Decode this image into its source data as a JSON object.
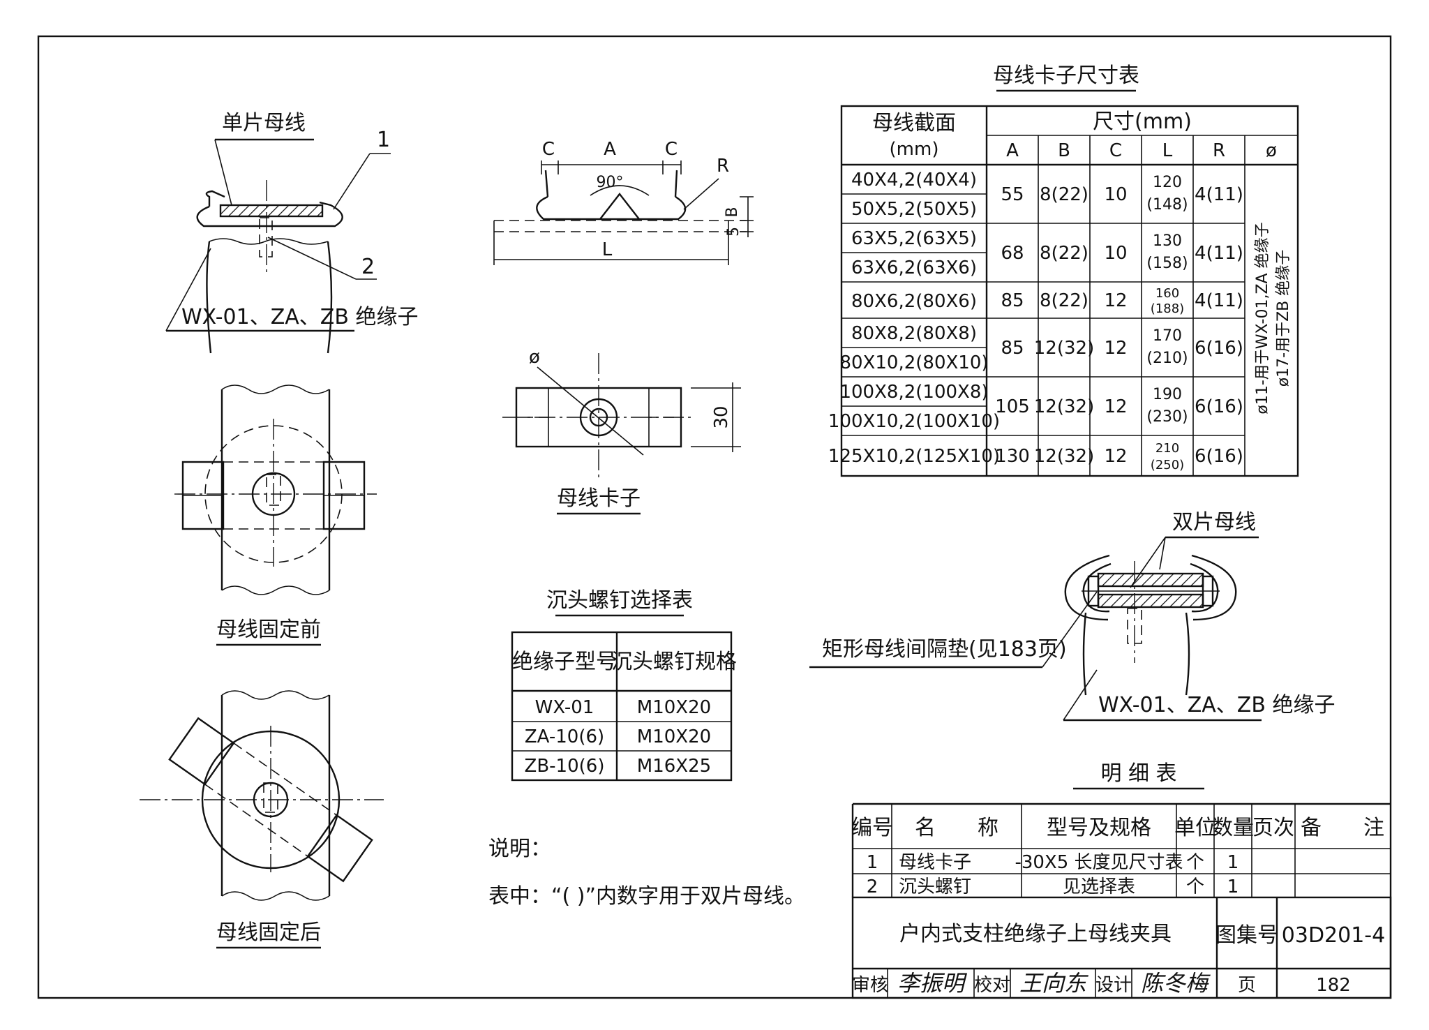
{
  "drawing": {
    "label_single_bus": "单片母线",
    "callout_1": "1",
    "callout_2": "2",
    "insulator_label": "WX-01、ZA、ZB 绝缘子",
    "before_fix": "母线固定前",
    "after_fix": "母线固定后",
    "clip_name": "母线卡子",
    "dim_C": "C",
    "dim_A": "A",
    "dim_angle": "90°",
    "dim_R": "R",
    "dim_B": "B",
    "dim_5": "5",
    "dim_L": "L",
    "dim_phi": "ø",
    "dim_30": "30",
    "double_bus_label": "双片母线",
    "spacer_label": "矩形母线间隔垫(见183页)",
    "insulator_label_2": "WX-01、ZA、ZB 绝缘子"
  },
  "dim_table": {
    "title": "母线卡子尺寸表",
    "head_section": "母线截面",
    "head_section_unit": "(mm)",
    "head_size": "尺寸(mm)",
    "cols": [
      "A",
      "B",
      "C",
      "L",
      "R",
      "ø"
    ],
    "sections": [
      "40X4,2(40X4)",
      "50X5,2(50X5)",
      "63X5,2(63X5)",
      "63X6,2(63X6)",
      "80X6,2(80X6)",
      "80X8,2(80X8)",
      "80X10,2(80X10)",
      "100X8,2(100X8)",
      "100X10,2(100X10)",
      "125X10,2(125X10)"
    ],
    "groups": [
      {
        "A": "55",
        "B": "8(22)",
        "C": "10",
        "L1": "120",
        "L2": "(148)",
        "R": "4(11)"
      },
      {
        "A": "68",
        "B": "8(22)",
        "C": "10",
        "L1": "130",
        "L2": "(158)",
        "R": "4(11)"
      },
      {
        "A": "85",
        "B": "8(22)",
        "C": "12",
        "L1": "160",
        "L2": "(188)",
        "R": "4(11)"
      },
      {
        "A": "85",
        "B": "12(32)",
        "C": "12",
        "L1": "170",
        "L2": "(210)",
        "R": "6(16)"
      },
      {
        "A": "105",
        "B": "12(32)",
        "C": "12",
        "L1": "190",
        "L2": "(230)",
        "R": "6(16)"
      },
      {
        "A": "130",
        "B": "12(32)",
        "C": "12",
        "L1": "210",
        "L2": "(250)",
        "R": "6(16)"
      }
    ],
    "phi_note_1": "ø11-用于WX-01,ZA 绝缘子",
    "phi_note_2": "ø17-用于ZB 绝缘子"
  },
  "screw_table": {
    "title": "沉头螺钉选择表",
    "headers": [
      "绝缘子型号",
      "沉头螺钉规格"
    ],
    "rows": [
      [
        "WX-01",
        "M10X20"
      ],
      [
        "ZA-10(6)",
        "M10X20"
      ],
      [
        "ZB-10(6)",
        "M16X25"
      ]
    ]
  },
  "notes": {
    "heading": "说明：",
    "text": "表中：“( )”内数字用于双片母线。"
  },
  "parts_list": {
    "title": "明 细 表",
    "headers": [
      "编号",
      "名　　称",
      "型号及规格",
      "单位",
      "数量",
      "页次",
      "备　　注"
    ],
    "rows": [
      [
        "1",
        "母线卡子",
        "-30X5 长度见尺寸表",
        "个",
        "1",
        "",
        ""
      ],
      [
        "2",
        "沉头螺钉",
        "见选择表",
        "个",
        "1",
        "",
        ""
      ]
    ]
  },
  "title_block": {
    "drawing_title": "户内式支柱绝缘子上母线夹具",
    "atlas_label": "图集号",
    "atlas_no": "03D201-4",
    "review": "审核",
    "check": "校对",
    "design": "设计",
    "page_label": "页",
    "page_no": "182",
    "sig_review": "李振明",
    "sig_check": "王向东",
    "sig_design": "陈冬梅"
  }
}
